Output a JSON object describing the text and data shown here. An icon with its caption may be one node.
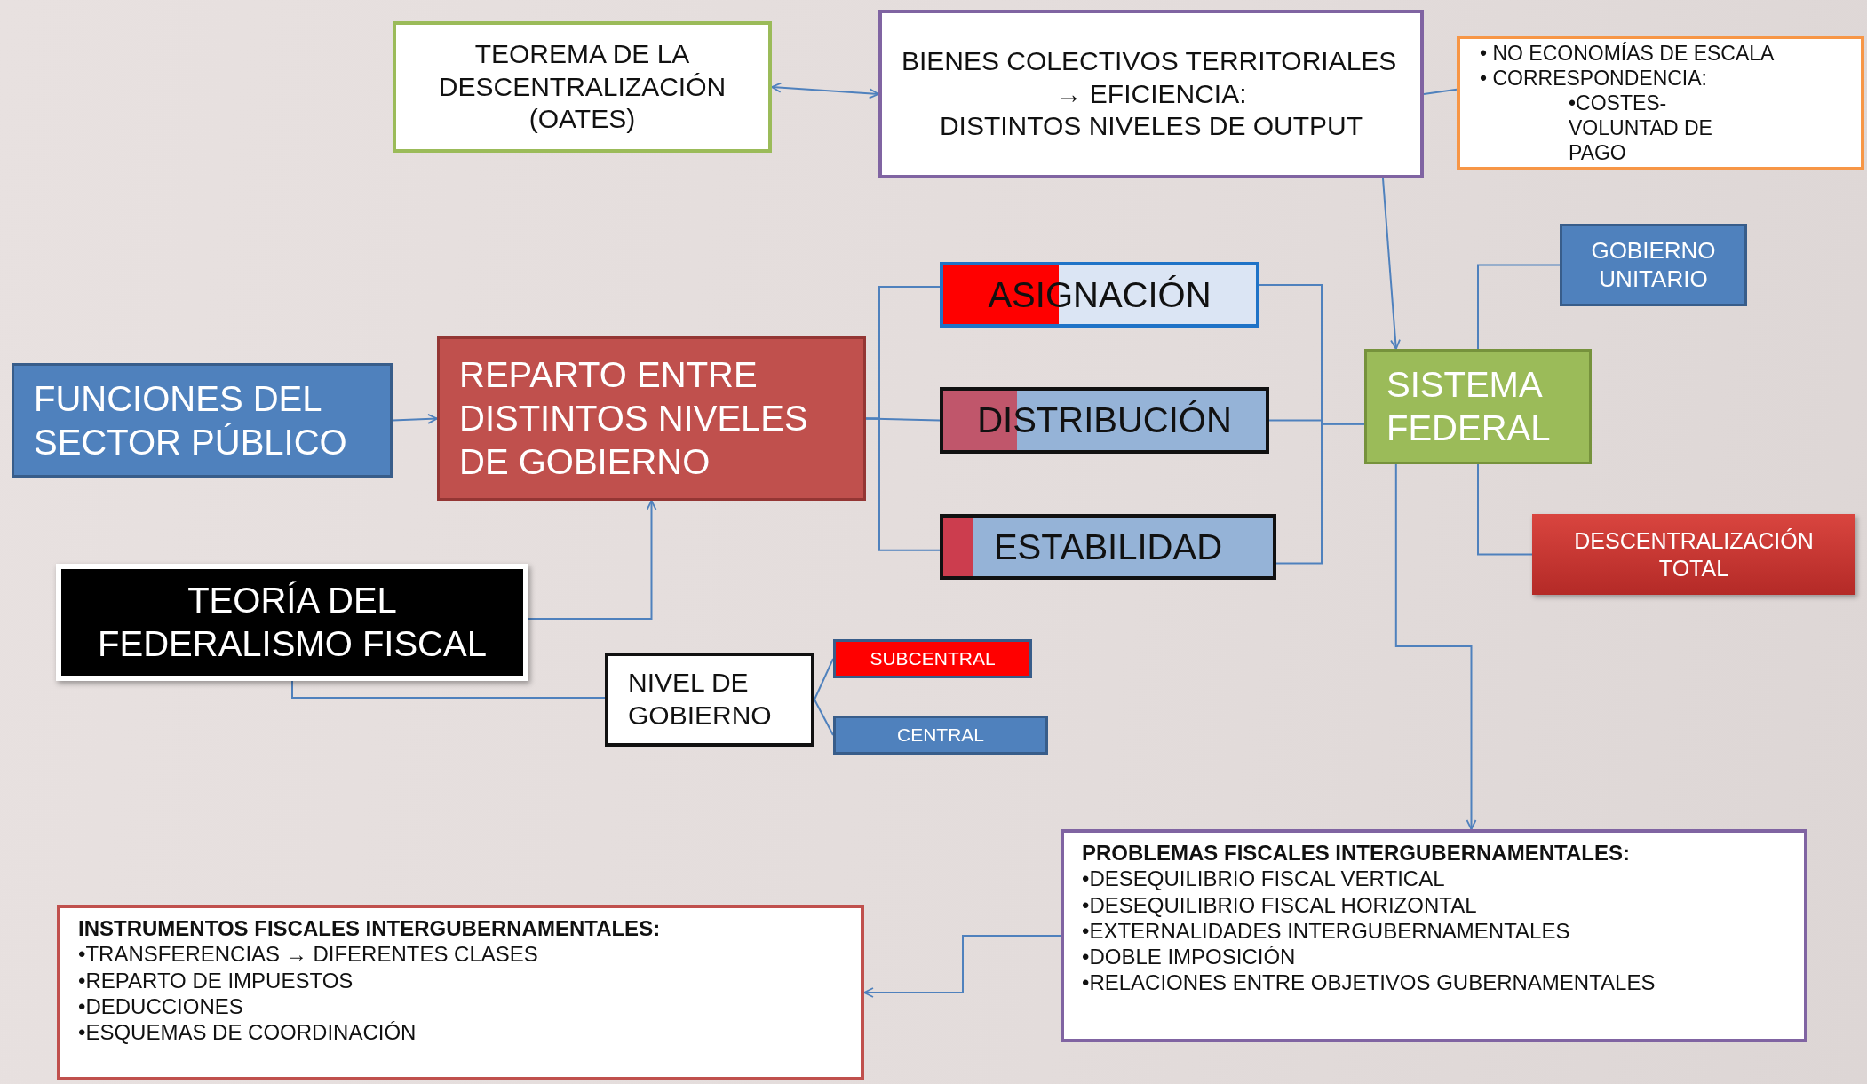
{
  "diagram": {
    "nodes": [
      {
        "text": [
          "TEOREMA DE LA DESCENTRALIZACIÓN (OATES)"
        ]
      },
      {
        "text": [
          "BIENES COLECTIVOS TERRITORIALES",
          "→ EFICIENCIA:",
          "DISTINTOS NIVELES DE OUTPUT"
        ]
      },
      {
        "text": [
          "• NO ECONOMÍAS DE ESCALA",
          "• CORRESPONDENCIA:",
          "•COSTES-VOLUNTAD DE PAGO"
        ]
      },
      {
        "text": [
          "GOBIERNO UNITARIO"
        ]
      },
      {
        "text": [
          "ASIGNACIÓN"
        ]
      },
      {
        "text": [
          "FUNCIONES DEL SECTOR PÚBLICO"
        ]
      },
      {
        "text": [
          "REPARTO ENTRE DISTINTOS NIVELES DE GOBIERNO"
        ]
      },
      {
        "text": [
          "SISTEMA FEDERAL"
        ]
      },
      {
        "text": [
          "DISTRIBUCIÓN"
        ]
      },
      {
        "text": [
          "DESCENTRALIZACIÓN TOTAL"
        ]
      },
      {
        "text": [
          "ESTABILIDAD"
        ]
      },
      {
        "text": [
          "TEORÍA DEL FEDERALISMO FISCAL"
        ]
      },
      {
        "text": [
          "NIVEL DE GOBIERNO"
        ]
      },
      {
        "text": [
          "SUBCENTRAL"
        ]
      },
      {
        "text": [
          "CENTRAL"
        ]
      },
      {
        "text": [
          "PROBLEMAS FISCALES INTERGUBERNAMENTALES:",
          "•DESEQUILIBRIO FISCAL VERTICAL",
          "•DESEQUILIBRIO FISCAL HORIZONTAL",
          "•EXTERNALIDADES INTERGUBERNAMENTALES",
          "•DOBLE IMPOSICIÓN",
          "•RELACIONES ENTRE OBJETIVOS GUBERNAMENTALES"
        ]
      },
      {
        "text": [
          "INSTRUMENTOS FISCALES INTERGUBERNAMENTALES:",
          "•TRANSFERENCIAS → DIFERENTES CLASES",
          "•REPARTO DE IMPUESTOS",
          "•DEDUCCIONES",
          "•ESQUEMAS DE COORDINACIÓN"
        ]
      }
    ],
    "edges": [
      {
        "from": 0,
        "to": 1,
        "arrow": "both"
      },
      {
        "from": 1,
        "to": 2,
        "arrow": "none"
      },
      {
        "from": 1,
        "to": 7,
        "arrow": "to"
      },
      {
        "from": 5,
        "to": 6,
        "arrow": "to"
      },
      {
        "from": 11,
        "to": 6,
        "arrow": "to"
      },
      {
        "from": 6,
        "to": 4,
        "arrow": "none"
      },
      {
        "from": 6,
        "to": 8,
        "arrow": "none"
      },
      {
        "from": 6,
        "to": 10,
        "arrow": "none"
      },
      {
        "from": 4,
        "to": 7,
        "arrow": "none"
      },
      {
        "from": 8,
        "to": 7,
        "arrow": "none"
      },
      {
        "from": 10,
        "to": 7,
        "arrow": "none"
      },
      {
        "from": 7,
        "to": 3,
        "arrow": "none"
      },
      {
        "from": 7,
        "to": 9,
        "arrow": "none"
      },
      {
        "from": 7,
        "to": 15,
        "arrow": "to"
      },
      {
        "from": 15,
        "to": 16,
        "arrow": "to"
      },
      {
        "from": 11,
        "to": 12,
        "arrow": "none"
      },
      {
        "from": 12,
        "to": 13,
        "arrow": "none"
      },
      {
        "from": 12,
        "to": 14,
        "arrow": "none"
      }
    ]
  }
}
